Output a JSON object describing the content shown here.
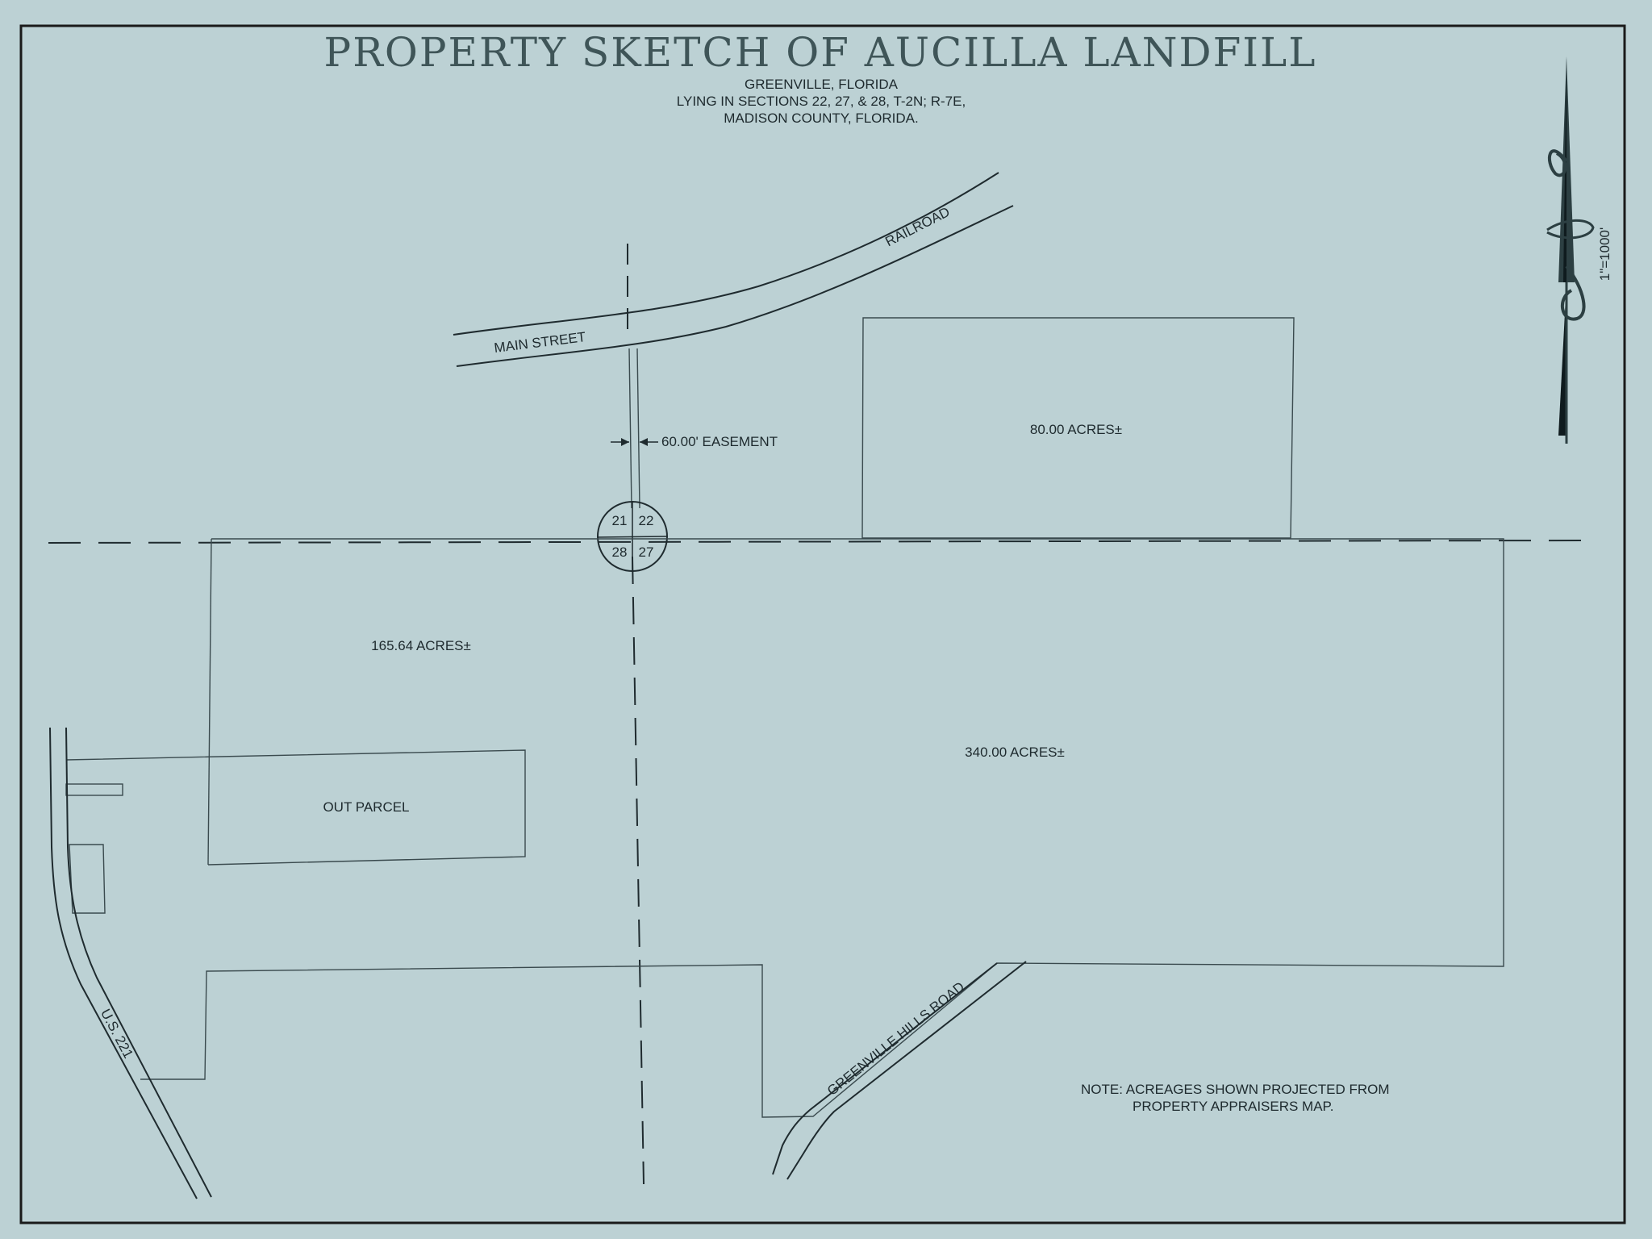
{
  "title": "PROPERTY SKETCH OF AUCILLA LANDFILL",
  "subtitle_lines": [
    "GREENVILLE, FLORIDA",
    "LYING IN SECTIONS 22, 27, & 28, T-2N; R-7E,",
    "MADISON COUNTY, FLORIDA."
  ],
  "scale": "1\"=1000'",
  "roads": {
    "main_street": "MAIN STREET",
    "railroad": "RAILROAD",
    "us_221": "U.S. 221",
    "greenville_hills_road": "GREENVILLE HILLS ROAD"
  },
  "easement": "60.00' EASEMENT",
  "section_corner": {
    "top_left": "21",
    "top_right": "22",
    "bottom_left": "28",
    "bottom_right": "27"
  },
  "parcels": {
    "north_east": "80.00 ACRES±",
    "west": "165.64 ACRES±",
    "east": "340.00 ACRES±",
    "out_parcel": "OUT PARCEL"
  },
  "note_lines": [
    "NOTE:  ACREAGES SHOWN PROJECTED FROM",
    "PROPERTY APPRAISERS MAP."
  ],
  "colors": {
    "background": "#bcd1d4",
    "linework": "#1f2b2f",
    "title": "#3f5558"
  }
}
